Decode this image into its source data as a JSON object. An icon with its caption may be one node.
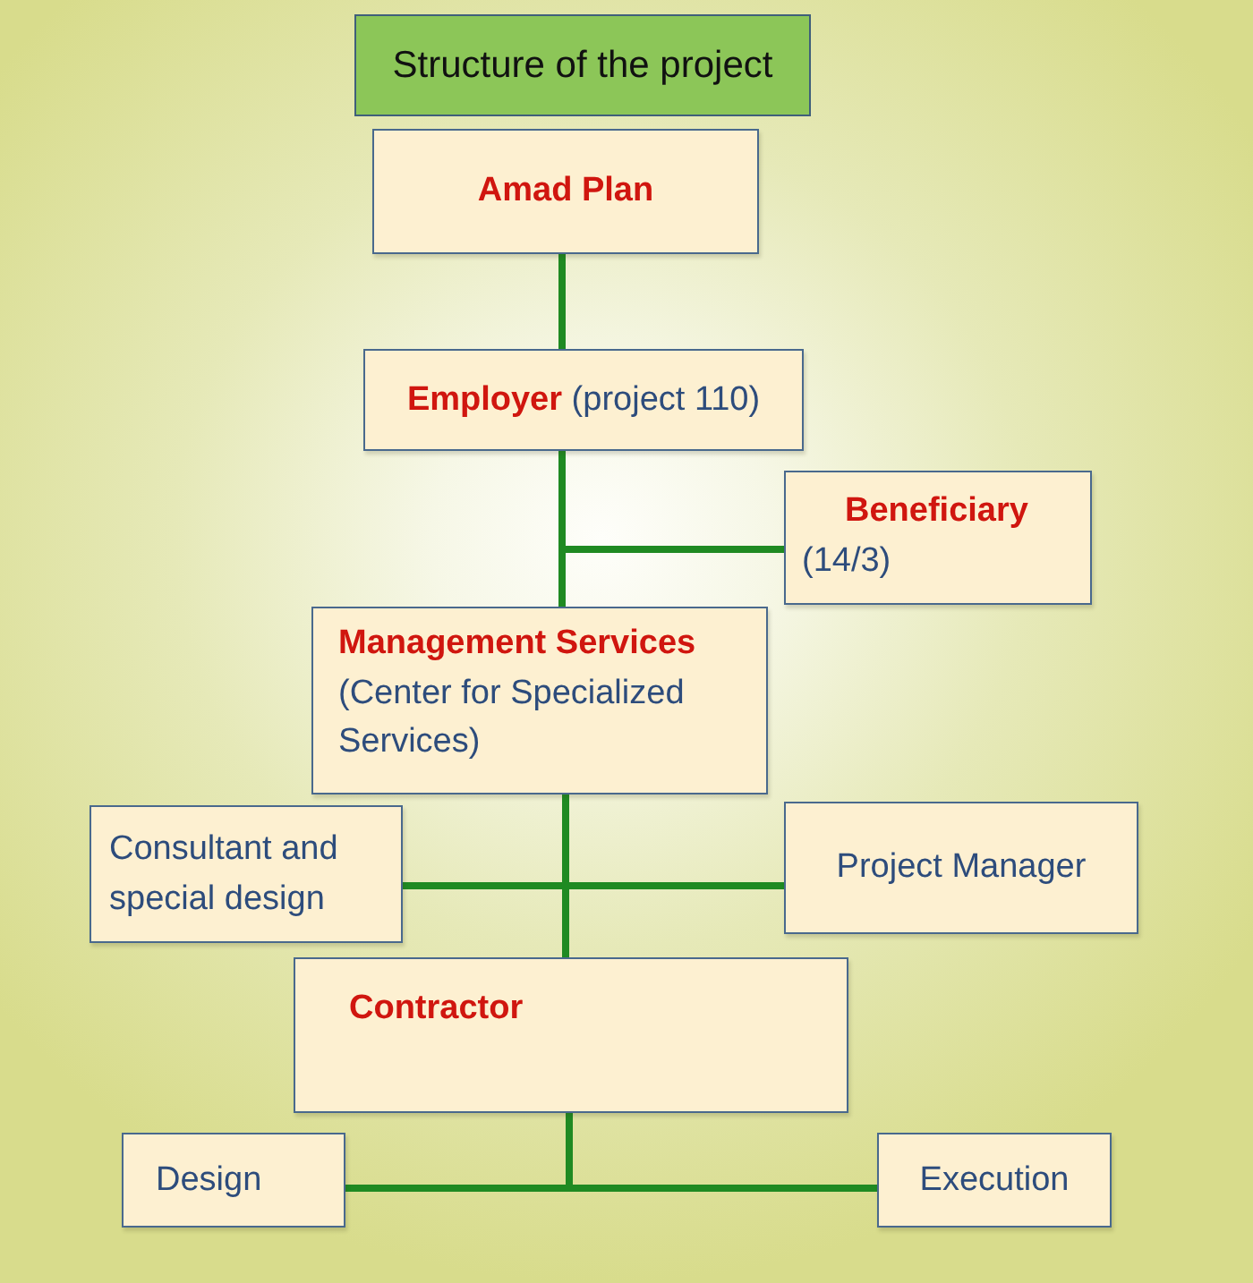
{
  "diagram": {
    "title": "Structure of the project",
    "nodes": [
      {
        "text": [
          "Amad Plan"
        ]
      },
      {
        "text": [
          "**Employer** (project 110)"
        ]
      },
      {
        "text": [
          "**Beneficiary** (14/3)"
        ]
      },
      {
        "text": [
          "**Management Services** (Center for Specialized Services)"
        ]
      },
      {
        "text": [
          "Consultant and special design"
        ]
      },
      {
        "text": [
          "Project Manager"
        ]
      },
      {
        "text": [
          "Contractor"
        ]
      },
      {
        "text": [
          "Design"
        ]
      },
      {
        "text": [
          "Execution"
        ]
      }
    ],
    "edges": [
      {
        "from": 0,
        "to": 1,
        "arrow": "none"
      },
      {
        "from": 1,
        "to": 2,
        "arrow": "none"
      },
      {
        "from": 1,
        "to": 3,
        "arrow": "none"
      },
      {
        "from": 3,
        "to": 4,
        "arrow": "none"
      },
      {
        "from": 3,
        "to": 5,
        "arrow": "none"
      },
      {
        "from": 3,
        "to": 6,
        "arrow": "none"
      },
      {
        "from": 6,
        "to": 7,
        "arrow": "none"
      },
      {
        "from": 6,
        "to": 8,
        "arrow": "none"
      }
    ]
  }
}
